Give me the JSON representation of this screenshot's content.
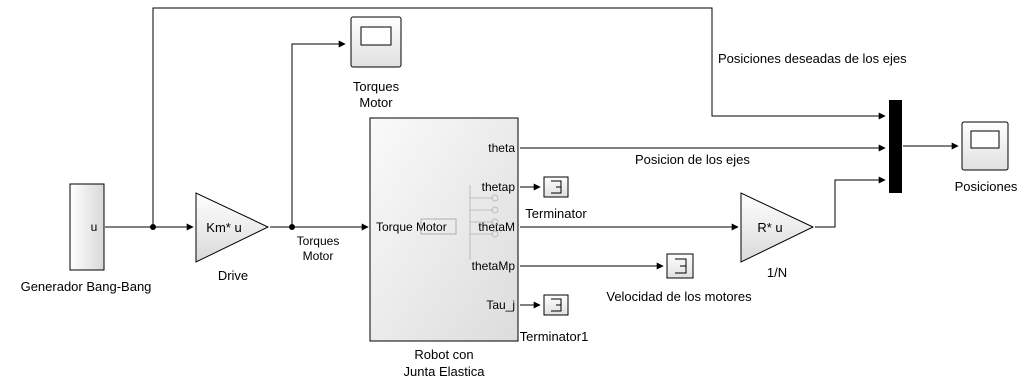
{
  "blocks": {
    "source": {
      "port": "u",
      "label": "Generador Bang-Bang"
    },
    "drive": {
      "expr": "Km* u",
      "label": "Drive"
    },
    "scope_torques": {
      "label_line1": "Torques",
      "label_line2": "Motor"
    },
    "robot": {
      "in_port": "Torque Motor",
      "out_ports": [
        "theta",
        "thetap",
        "thetaM",
        "thetaMp",
        "Tau_j"
      ],
      "label_line1": "Robot con",
      "label_line2": "Junta Elastica"
    },
    "term1": {
      "label": "Terminator"
    },
    "term2": {
      "label": "Terminator1"
    },
    "term_vel": {
      "label": "Velocidad de los motores"
    },
    "gain_inv": {
      "expr": "R* u",
      "label": "1/N"
    },
    "scope_pos": {
      "label": "Posiciones"
    }
  },
  "signals": {
    "torques_line1": "Torques",
    "torques_line2": "Motor",
    "desired_positions": "Posiciones deseadas de los ejes",
    "actual_positions": "Posicion de los ejes"
  }
}
